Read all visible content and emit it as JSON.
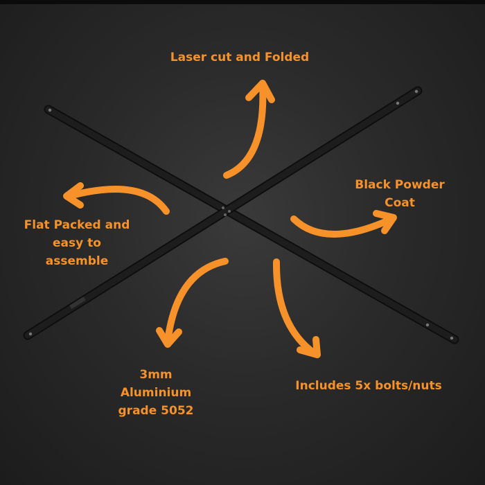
{
  "accent_color": "#F7922A",
  "background_color": "#262626",
  "product": "crossed black powder-coated aluminium bars",
  "features": {
    "laser_cut": "Laser cut and Folded",
    "powder_coat": "Black Powder\nCoat",
    "flat_packed": "Flat Packed and\neasy to\nassemble",
    "material": "3mm\nAluminium\ngrade 5052",
    "bolts": "Includes 5x bolts/nuts"
  },
  "icons": {
    "arrow": "curved-arrow-icon"
  }
}
